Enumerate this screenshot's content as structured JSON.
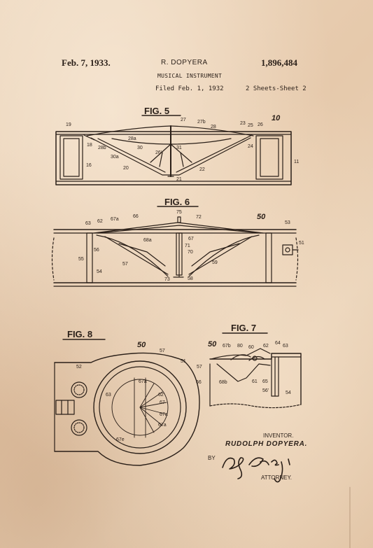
{
  "header": {
    "date": "Feb. 7, 1933.",
    "inventor_name": "R. DOPYERA",
    "patent_number": "1,896,484",
    "title": "MUSICAL INSTRUMENT",
    "filed": "Filed Feb. 1, 1932",
    "sheets": "2 Sheets-Sheet 2"
  },
  "figures": {
    "fig5": {
      "caption": "FIG. 5",
      "labels": {
        "n10": "10",
        "n11": "11",
        "n16": "16",
        "n18": "18",
        "n19": "19",
        "n20": "20",
        "n21": "21",
        "n22": "22",
        "n23": "23",
        "n24": "24",
        "n25": "25",
        "n26": "26",
        "n27": "27",
        "n27b": "27b",
        "n28": "28",
        "n28a": "28a",
        "n28b": "28b",
        "n30": "30",
        "n30a": "30a",
        "n31": "31",
        "n26b": "26'"
      }
    },
    "fig6": {
      "caption": "FIG. 6",
      "labels": {
        "n50": "50",
        "n51": "51",
        "n53": "53",
        "n54": "54",
        "n55": "55",
        "n56": "56",
        "n57": "57",
        "n58": "58",
        "n59": "59",
        "n62": "62",
        "n63": "63",
        "n66": "66",
        "n67": "67",
        "n67a": "67a",
        "n68a": "68a",
        "n70": "70",
        "n71": "71",
        "n72": "72",
        "n73": "73",
        "n75": "75"
      }
    },
    "fig7": {
      "caption": "FIG. 7",
      "labels": {
        "n50": "50",
        "n54": "54",
        "n56": "56'",
        "n57": "57",
        "n60": "60",
        "n61": "61",
        "n62": "62",
        "n63": "63",
        "n64": "64",
        "n65": "65",
        "n67b": "67b",
        "n68b": "68b",
        "n80": "80"
      }
    },
    "fig8": {
      "caption": "FIG. 8",
      "labels": {
        "n50": "50",
        "n51": "51",
        "n52": "52",
        "n57": "57",
        "n63": "63",
        "n66": "66",
        "n67": "67",
        "n67a": "67a",
        "n67a2": "67a",
        "n67a3": "67a",
        "n62": "62'",
        "n67e": "67e"
      }
    }
  },
  "signature_block": {
    "inventor_label": "INVENTOR.",
    "inventor_name": "RUDOLPH DOPYERA.",
    "by_label": "BY",
    "attorney_label": "ATTORNEY."
  },
  "colors": {
    "ink": "#2a1f18",
    "paper": "#e9d3ba"
  }
}
